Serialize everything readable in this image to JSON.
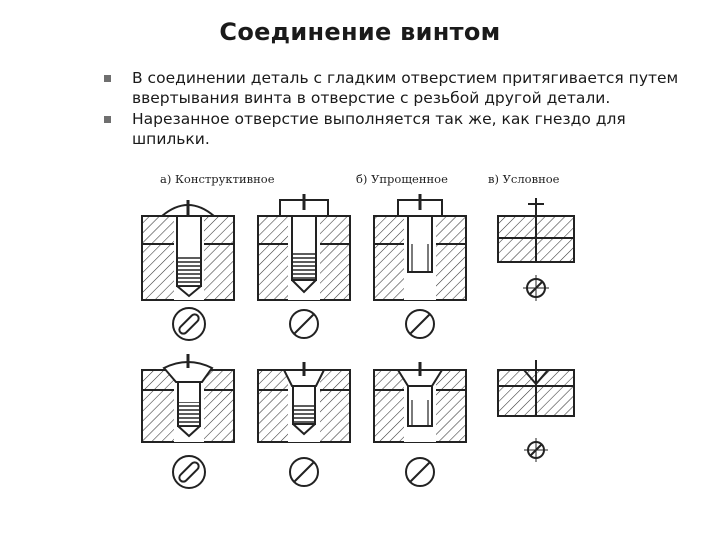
{
  "slide": {
    "title": "Соединение винтом",
    "bullets": [
      "В соединении деталь с гладким отверстием притягивается путем ввертывания винта в отверстие с резьбой другой детали.",
      "Нарезанное отверстие выполняется так же, как  гнездо для шпильки."
    ]
  },
  "figure": {
    "labels": {
      "constructive": "а) Конструктивное",
      "simplified": "б) Упрощенное",
      "conventional": "в) Условное"
    }
  },
  "icons": {
    "bullet": "square-bullet-icon"
  },
  "colors": {
    "bullet": "#6f6f6f",
    "ink": "#222222"
  }
}
